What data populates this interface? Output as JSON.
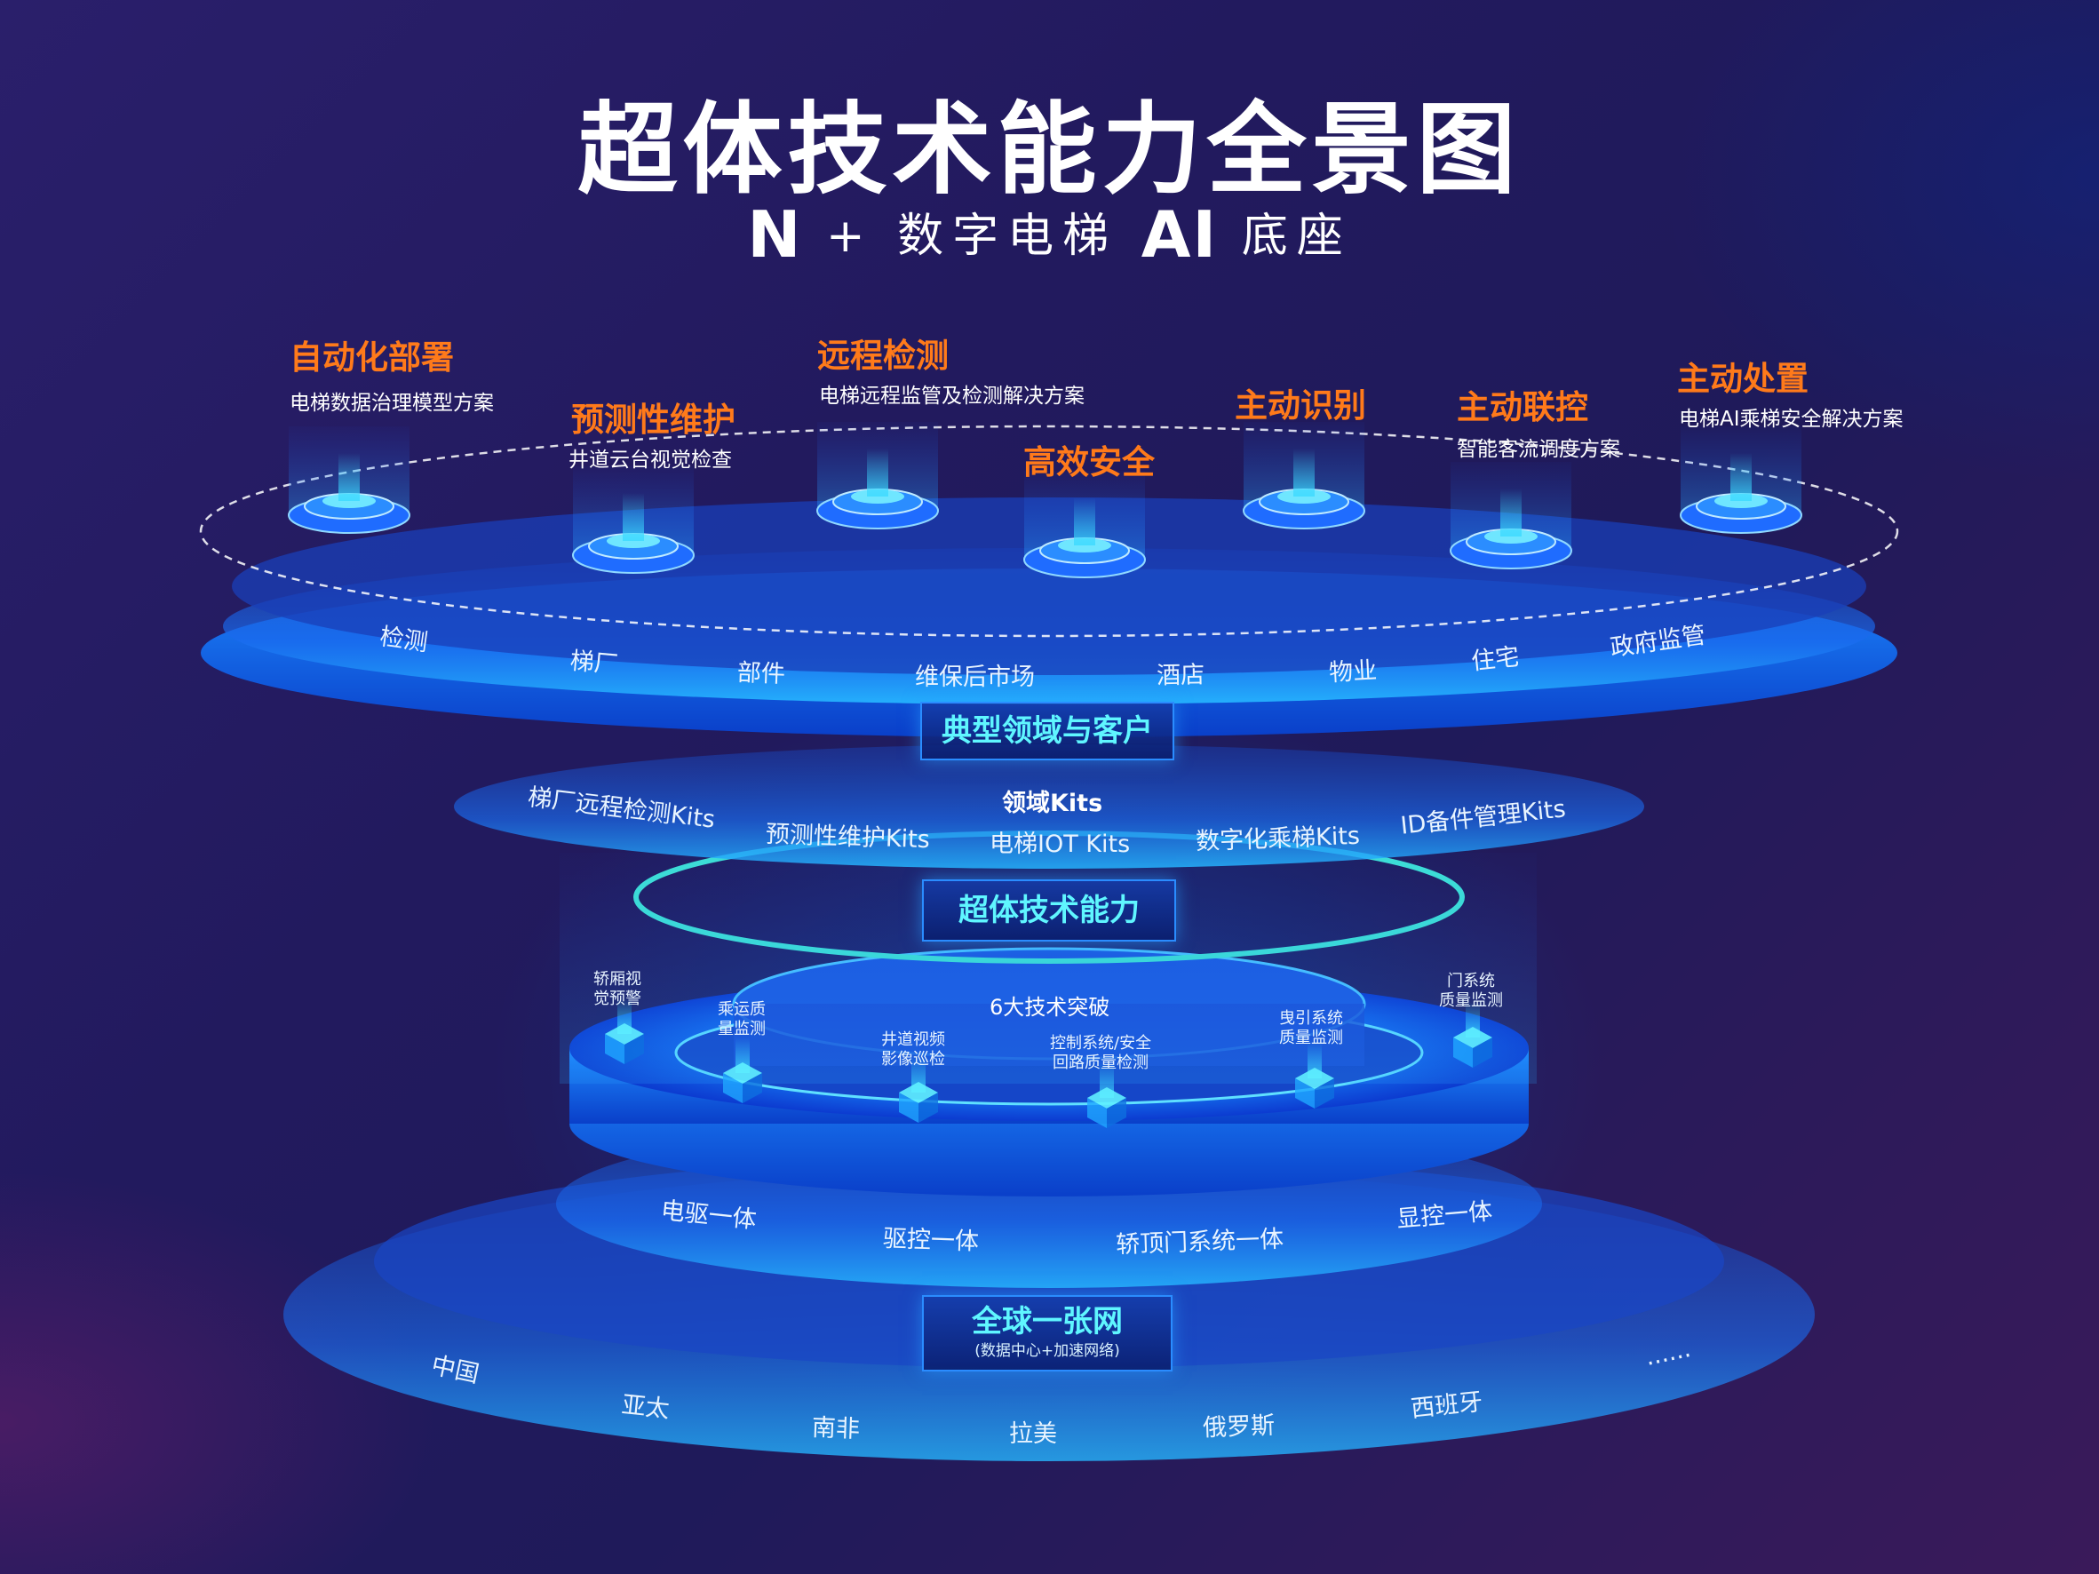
{
  "title": "超体技术能力全景图",
  "subtitle": {
    "n": "N",
    "plus": "+",
    "text1": "数字电梯",
    "ai": "AI",
    "text2": "底座"
  },
  "features": [
    {
      "title": "自动化部署",
      "desc": "电梯数据治理模型方案"
    },
    {
      "title": "预测性维护",
      "desc": "井道云台视觉检查"
    },
    {
      "title": "远程检测",
      "desc": "电梯远程监管及检测解决方案"
    },
    {
      "title": "高效安全",
      "desc": ""
    },
    {
      "title": "主动识别",
      "desc": ""
    },
    {
      "title": "主动联控",
      "desc": "智能客流调度方案"
    },
    {
      "title": "主动处置",
      "desc": "电梯AI乘梯安全解决方案"
    }
  ],
  "domains": [
    "检测",
    "梯厂",
    "部件",
    "维保后市场",
    "酒店",
    "物业",
    "住宅",
    "政府监管"
  ],
  "domain_tag": "典型领域与客户",
  "kits": {
    "heading": "领域Kits",
    "items": [
      "梯厂远程检测Kits",
      "预测性维护Kits",
      "电梯IOT Kits",
      "数字化乘梯Kits",
      "ID备件管理Kits"
    ]
  },
  "tech_tag": "超体技术能力",
  "tech": {
    "heading": "6大技术突破",
    "items": [
      "轿厢视\n觉预警",
      "乘运质\n量监测",
      "井道视频\n影像巡检",
      "控制系统/安全\n回路质量检测",
      "曳引系统\n质量监测",
      "门系统\n质量监测"
    ]
  },
  "integration": [
    "电驱一体",
    "驱控一体",
    "轿顶门系统一体",
    "显控一体"
  ],
  "network_tag": {
    "title": "全球一张网",
    "sub": "(数据中心+加速网络)"
  },
  "regions": [
    "中国",
    "亚太",
    "南非",
    "拉美",
    "俄罗斯",
    "西班牙",
    "......"
  ],
  "colors": {
    "accent": "#ff7a1a",
    "cyan": "#5ff6ff",
    "blue": "#1a7bff"
  }
}
